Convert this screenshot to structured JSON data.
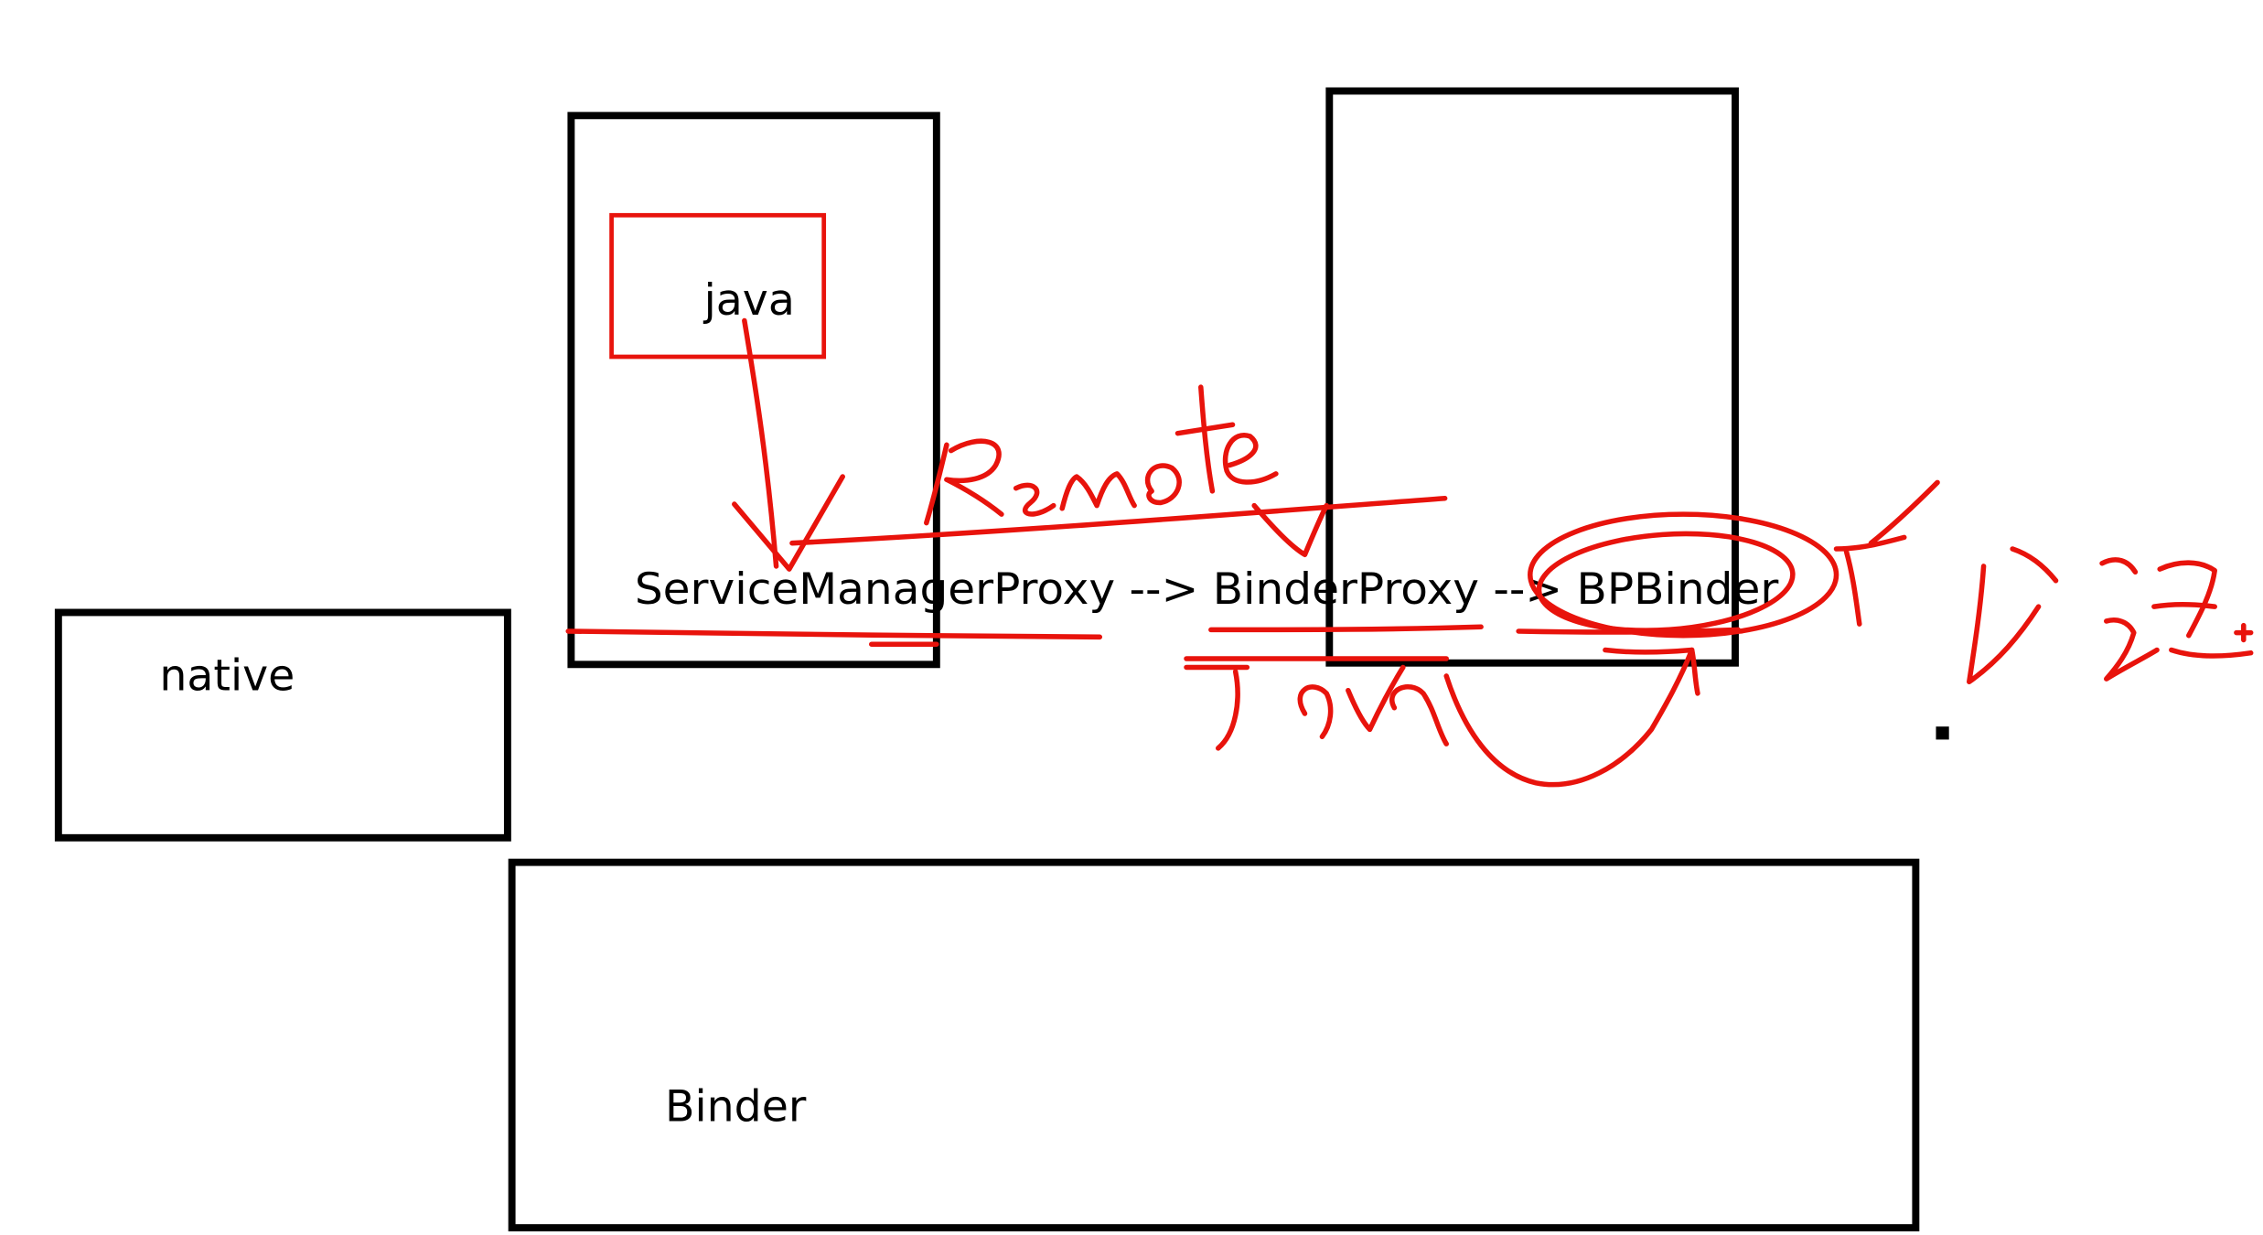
{
  "labels": {
    "java": "java",
    "native": "native",
    "binder": "Binder",
    "chain": "ServiceManagerProxy --> BinderProxy --> BPBinder"
  },
  "handwriting": {
    "remote": "Remote",
    "java": "Java"
  },
  "colors": {
    "outline": "#000000",
    "annotation": "#e8130c",
    "background": "#ffffff"
  }
}
